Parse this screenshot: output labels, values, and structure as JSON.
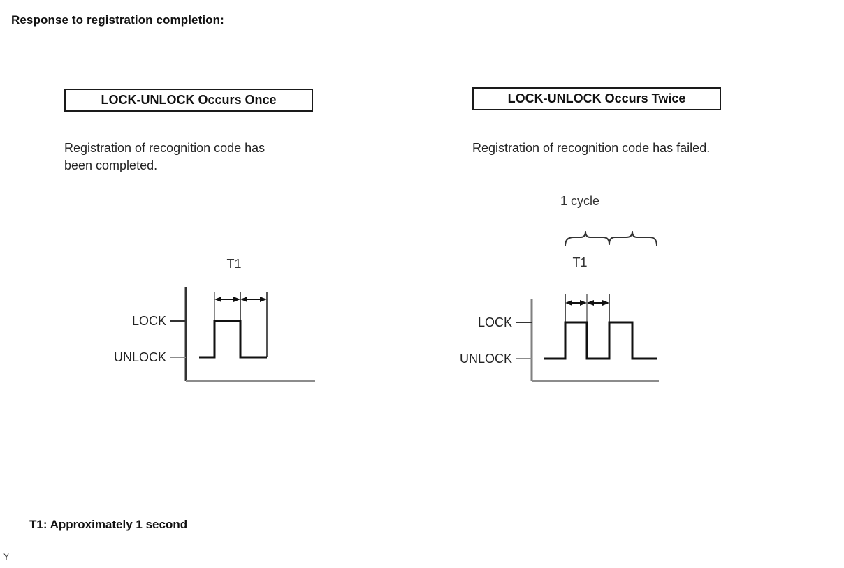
{
  "page": {
    "title": "Response to registration completion:",
    "footnote": "T1: Approximately 1 second",
    "page_marker": "Y"
  },
  "panels": [
    {
      "id": "once",
      "title": "LOCK-UNLOCK Occurs Once",
      "description_line1": "Registration of recognition code has",
      "description_line2": "been completed.",
      "cycle_label": "",
      "timing_label": "T1",
      "signal_high_label": "LOCK",
      "signal_low_label": "UNLOCK",
      "pulse_count": 1
    },
    {
      "id": "twice",
      "title": "LOCK-UNLOCK Occurs Twice",
      "description_line1": "Registration of recognition code has failed.",
      "description_line2": "",
      "cycle_label": "1 cycle",
      "timing_label": "T1",
      "signal_high_label": "LOCK",
      "signal_low_label": "UNLOCK",
      "pulse_count": 2
    }
  ],
  "chart_data": {
    "type": "line",
    "title": "Response to registration completion:",
    "xlabel": "",
    "ylabel": "",
    "annotations": [
      "T1",
      "1 cycle",
      "T1: Approximately 1 second"
    ],
    "series": [
      {
        "name": "LOCK-UNLOCK Occurs Once",
        "states": [
          "UNLOCK",
          "LOCK",
          "UNLOCK"
        ],
        "x": [
          0,
          1,
          2,
          3
        ],
        "values": [
          0,
          1,
          0,
          0
        ],
        "period_label": "T1",
        "period_seconds": 1
      },
      {
        "name": "LOCK-UNLOCK Occurs Twice",
        "states": [
          "UNLOCK",
          "LOCK",
          "UNLOCK",
          "LOCK",
          "UNLOCK"
        ],
        "x": [
          0,
          1,
          2,
          3,
          4,
          5
        ],
        "values": [
          0,
          1,
          0,
          1,
          0,
          0
        ],
        "period_label": "T1",
        "period_seconds": 1,
        "cycle_label": "1 cycle"
      }
    ],
    "ytick_labels": [
      "UNLOCK",
      "LOCK"
    ],
    "grid": false,
    "legend": "none"
  },
  "colors": {
    "ink": "#1a1a1a",
    "text": "#222222",
    "axis": "#808080",
    "background": "#ffffff"
  }
}
